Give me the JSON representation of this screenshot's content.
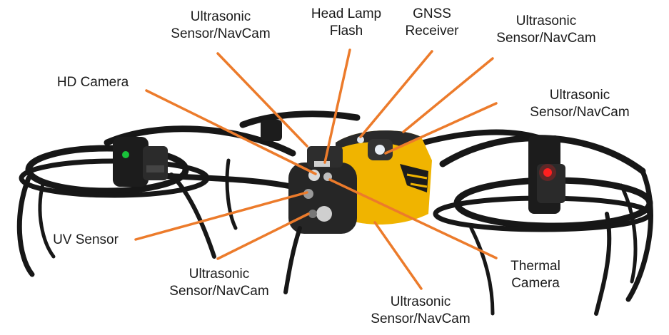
{
  "colors": {
    "callout": "#ec7b2b",
    "frame": "#171717",
    "body_yellow": "#f0b400",
    "body_dark": "#222222",
    "led_green": "#19c23a",
    "led_red": "#ff2020"
  },
  "callouts": {
    "us_top": {
      "line1": "Ultrasonic",
      "line2": "Sensor/NavCam"
    },
    "head_lamp": {
      "line1": "Head Lamp",
      "line2": "Flash"
    },
    "gnss": {
      "line1": "GNSS",
      "line2": "Receiver"
    },
    "us_top_right": {
      "line1": "Ultrasonic",
      "line2": "Sensor/NavCam"
    },
    "hd_camera": {
      "line1": "HD Camera"
    },
    "us_right": {
      "line1": "Ultrasonic",
      "line2": "Sensor/NavCam"
    },
    "uv_sensor": {
      "line1": "UV Sensor"
    },
    "us_bottom_left": {
      "line1": "Ultrasonic",
      "line2": "Sensor/NavCam"
    },
    "thermal": {
      "line1": "Thermal",
      "line2": "Camera"
    },
    "us_bottom": {
      "line1": "Ultrasonic",
      "line2": "Sensor/NavCam"
    }
  }
}
